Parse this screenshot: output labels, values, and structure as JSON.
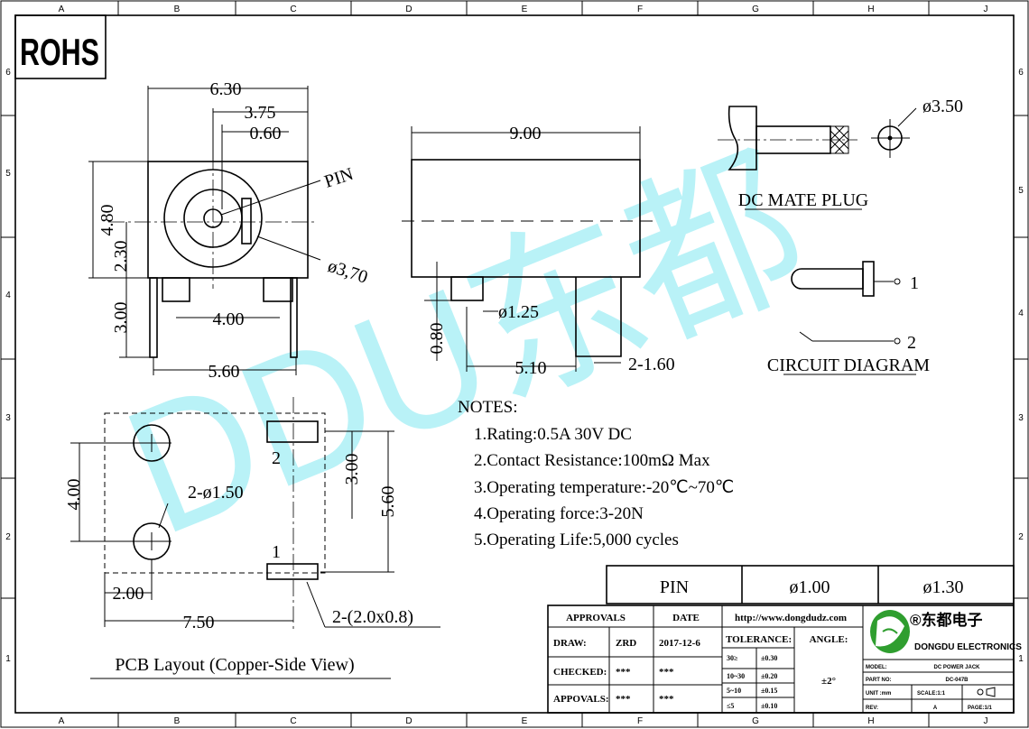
{
  "grid": {
    "columns": [
      "A",
      "B",
      "C",
      "D",
      "E",
      "F",
      "G",
      "H",
      "J"
    ],
    "rows": [
      "6",
      "5",
      "4",
      "3",
      "2",
      "1"
    ]
  },
  "rohs": "ROHS",
  "watermark": "DDU东都",
  "front_view": {
    "dims": {
      "width": "6.30",
      "offset": "3.75",
      "pin_width": "0.60",
      "height": "4.80",
      "center_height": "2.30",
      "leg_length": "3.00",
      "leg_spacing": "4.00",
      "bottom_width": "5.60",
      "hole_dia": "ø3,70"
    },
    "pin_label": "PIN"
  },
  "side_view": {
    "dims": {
      "length": "9.00",
      "boss_dia": "ø1.25",
      "boss_height": "0.80",
      "leg_offset": "5.10",
      "leg_width": "2-1.60"
    }
  },
  "mate_plug": {
    "diameter": "ø3.50",
    "title": "DC MATE PLUG"
  },
  "circuit": {
    "pin1": "1",
    "pin2": "2",
    "title": "CIRCUIT DIAGRAM"
  },
  "notes": {
    "heading": "NOTES:",
    "items": [
      "1.Rating:0.5A 30V DC",
      "2.Contact Resistance:100mΩ Max",
      "3.Operating temperature:-20℃~70℃",
      "4.Operating force:3-20N",
      "5.Operating Life:5,000 cycles"
    ]
  },
  "pcb": {
    "pad2": "2",
    "pad1": "1",
    "hole_spacing": "4.00",
    "holes": "2-ø1.50",
    "pad_spacing": "3.00",
    "total_height": "5.60",
    "bottom_offset": "2.00",
    "total_width": "7.50",
    "slots": "2-(2.0x0.8)",
    "title": "PCB Layout (Copper-Side View)"
  },
  "pin_table": {
    "header": "PIN",
    "col1": "ø1.00",
    "col2": "ø1.30"
  },
  "title_block": {
    "approvals": "APPROVALS",
    "date_hdr": "DATE",
    "url": "http://www.dongdudz.com",
    "draw_lbl": "DRAW:",
    "draw_name": "ZRD",
    "draw_date": "2017-12-6",
    "checked_lbl": "CHECKED:",
    "checked_name": "***",
    "checked_date": "***",
    "approvals_lbl": "APPOVALS:",
    "approvals_name": "***",
    "approvals_date": "***",
    "tolerance": "TOLERANCE:",
    "angle": "ANGLE:",
    "tol": [
      {
        "range": "30≥",
        "value": "±0.30"
      },
      {
        "range": "10~30",
        "value": "±0.20"
      },
      {
        "range": "5~10",
        "value": "±0.15"
      },
      {
        "range": "≤5",
        "value": "±0.10"
      }
    ],
    "angle_value": "±2°",
    "company_cn": "®东都电子",
    "company_en": "DONGDU ELECTRONICS",
    "model_lbl": "MODEL:",
    "model": "DC POWER JACK",
    "part_lbl": "PART NO:",
    "part": "DC-047B",
    "unit_lbl": "UNIT :mm",
    "scale": "SCALE:1:1",
    "rev_lbl": "REV:",
    "rev": "A",
    "page": "PAGE:1/1"
  }
}
